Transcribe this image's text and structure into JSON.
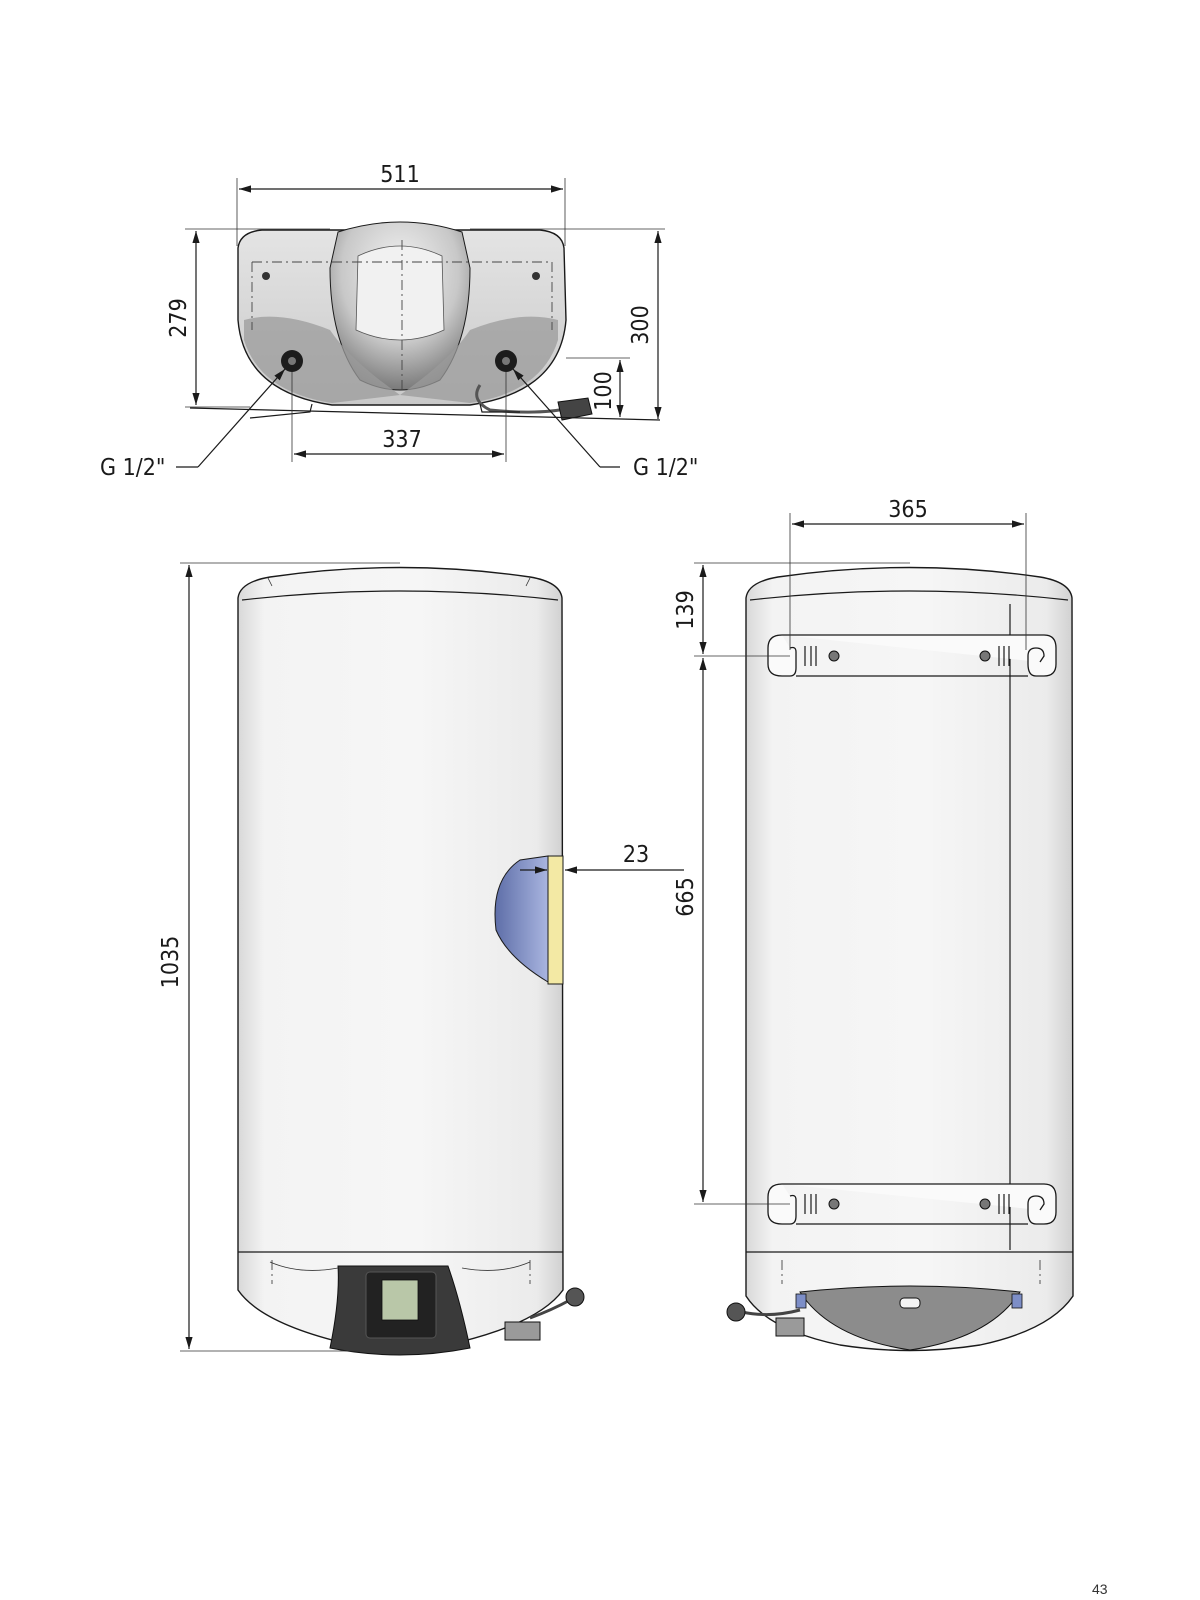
{
  "dimensions": {
    "top_width": "511",
    "top_depth_left": "279",
    "top_depth_right": "300",
    "top_inlet_offset": "100",
    "top_inlet_spacing": "337",
    "connection_left": "G 1/2\"",
    "connection_right": "G 1/2\"",
    "front_height": "1035",
    "display_protrusion": "23",
    "side_bracket_spacing": "365",
    "side_top_offset": "139",
    "side_bracket_vertical": "665"
  },
  "page_number": "43",
  "colors": {
    "body_fill": "#f2f2f2",
    "shadow": "#8c8c8c",
    "blue_panel": "#7d8ec7",
    "yellow_panel": "#f3e9a4",
    "dark_panel": "#333333",
    "lcd": "#b9c7a8"
  }
}
